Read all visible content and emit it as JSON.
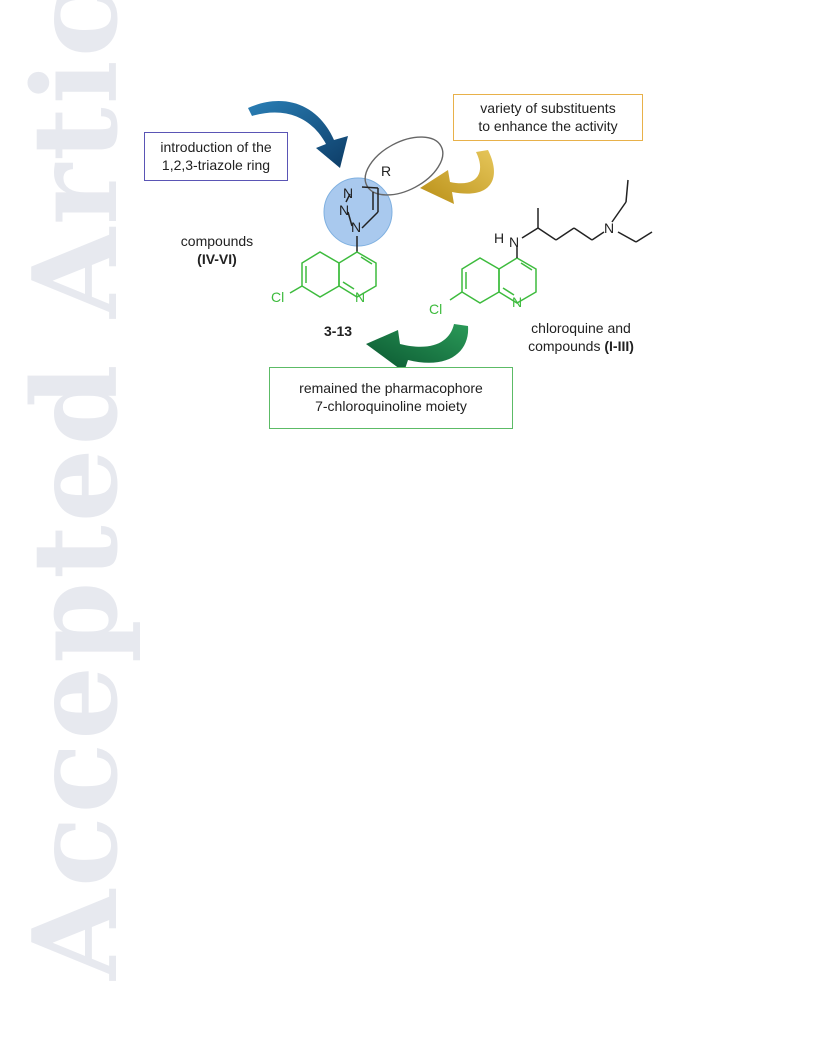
{
  "watermark": {
    "text": "Accepted Article"
  },
  "boxes": {
    "triazole": {
      "line1": "introduction of the",
      "line2": "1,2,3-triazole ring"
    },
    "substituents": {
      "line1": "variety of substituents",
      "line2": "to enhance the activity"
    },
    "pharmacophore": {
      "line1": "remained the pharmacophore",
      "line2": "7-chloroquinoline moiety"
    }
  },
  "labels": {
    "compounds_left": {
      "line1": "compounds",
      "line2": "(IV-VI)"
    },
    "series_number": "3-13",
    "chloroquine": {
      "line1": "chloroquine and",
      "line2_prefix": "compounds ",
      "line2_bold": "(I-III)"
    }
  },
  "atoms": {
    "r_group": "R",
    "triazole_n1": "N",
    "triazole_n2": "N",
    "triazole_n3": "N",
    "quinoline_n_left": "N",
    "quinoline_n_right": "N",
    "cl_left": "Cl",
    "cl_right": "Cl",
    "amine_h": "H",
    "amine_n": "N",
    "diethyl_n": "N"
  },
  "colors": {
    "arrow_blue": "#1a5b8a",
    "arrow_gold": "#d4b032",
    "arrow_green": "#0f6e3c",
    "triazole_highlight": "#a9c9ee",
    "quinoline_green": "#3dbb3d",
    "box_purple": "#5a55b5",
    "box_orange": "#e8b14a",
    "box_green": "#5cbb66",
    "watermark": "#e7e9ef"
  }
}
